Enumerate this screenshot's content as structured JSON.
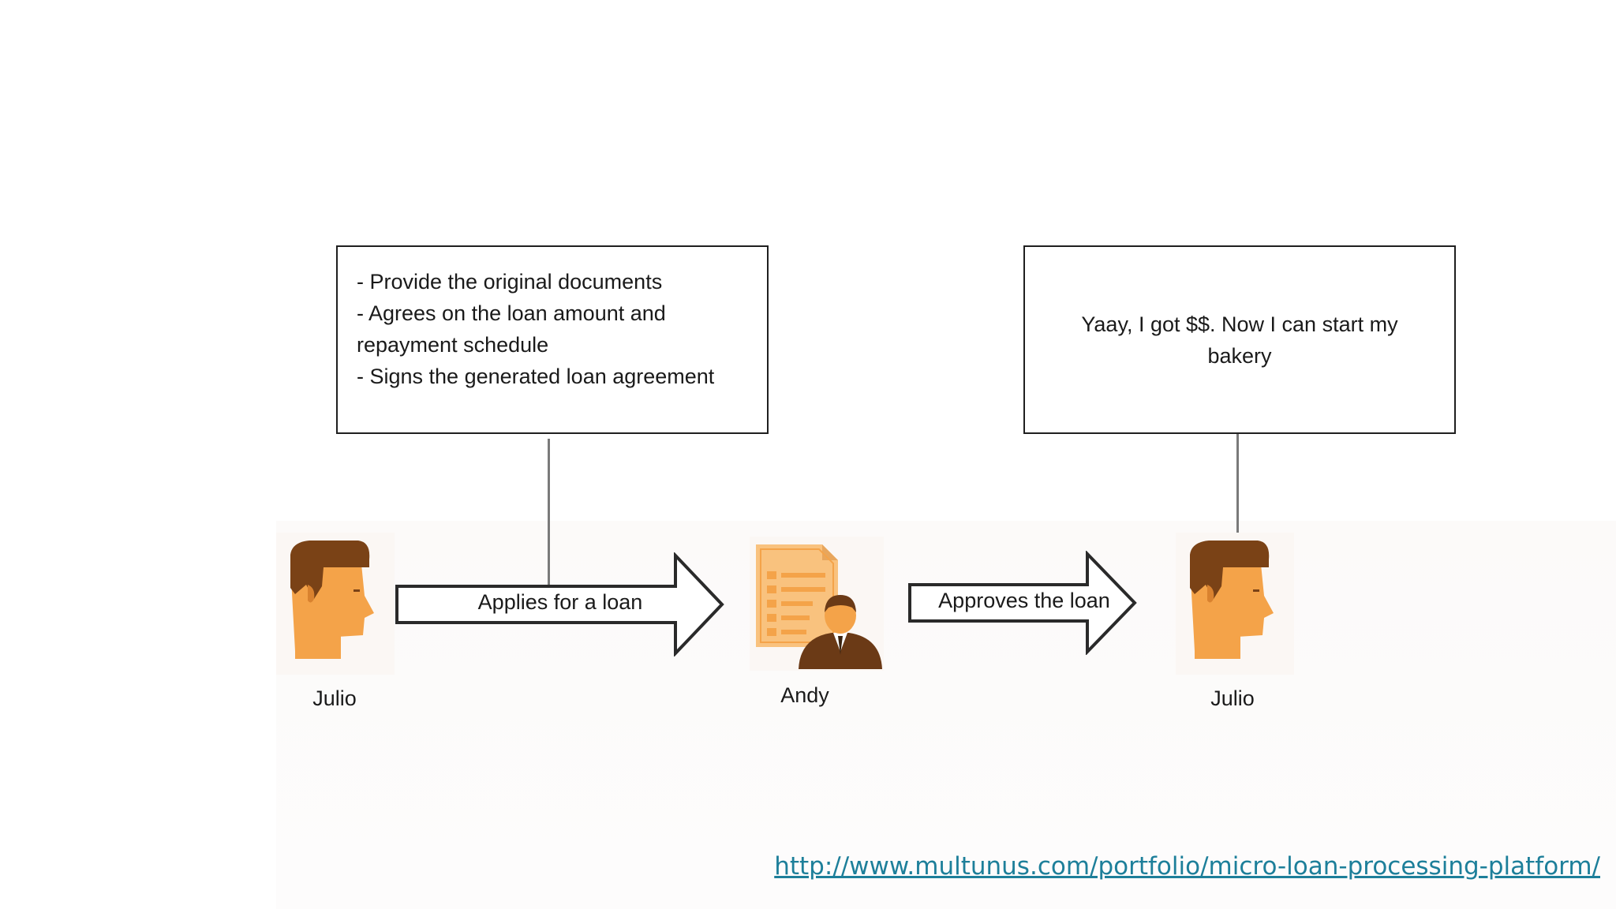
{
  "diagram": {
    "notes": {
      "left": [
        "- Provide the original documents",
        "- Agrees on the loan amount and",
        "repayment schedule",
        "- Signs the generated loan agreement"
      ],
      "right": "Yaay, I got $$. Now I can start my bakery"
    },
    "actors": [
      {
        "name": "Julio",
        "icon": "man-profile-icon"
      },
      {
        "name": "Andy",
        "icon": "loan-officer-document-icon"
      },
      {
        "name": "Julio",
        "icon": "man-profile-icon"
      }
    ],
    "arrows": [
      {
        "label": "Applies for a loan"
      },
      {
        "label": "Approves the loan"
      }
    ]
  },
  "source": {
    "url": "http://www.multunus.com/portfolio/micro-loan-processing-platform/"
  },
  "colors": {
    "skin": "#f4a349",
    "hair": "#7a4216",
    "link": "#1d7f9a",
    "outline": "#1f1f1f"
  }
}
